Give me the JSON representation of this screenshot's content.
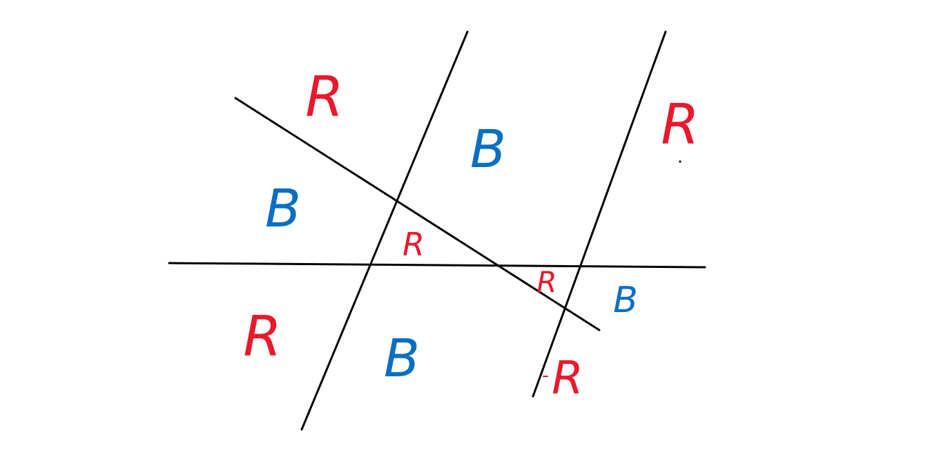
{
  "colors": {
    "background": "#ffffff",
    "line": "#000000",
    "red": "#e8192c",
    "blue": "#0a6fc2"
  },
  "regions": [
    {
      "id": "top-left",
      "text": "R",
      "color": "red"
    },
    {
      "id": "upper-left",
      "text": "B",
      "color": "blue"
    },
    {
      "id": "top-middle",
      "text": "B",
      "color": "blue"
    },
    {
      "id": "top-right",
      "text": "R",
      "color": "red"
    },
    {
      "id": "center-triangle",
      "text": "R",
      "color": "red"
    },
    {
      "id": "small-triangle",
      "text": "R",
      "color": "red"
    },
    {
      "id": "right-middle",
      "text": "B",
      "color": "blue"
    },
    {
      "id": "bottom-left",
      "text": "R",
      "color": "red"
    },
    {
      "id": "bottom-middle",
      "text": "B",
      "color": "blue"
    },
    {
      "id": "bottom-right",
      "text": "R",
      "color": "red"
    }
  ]
}
